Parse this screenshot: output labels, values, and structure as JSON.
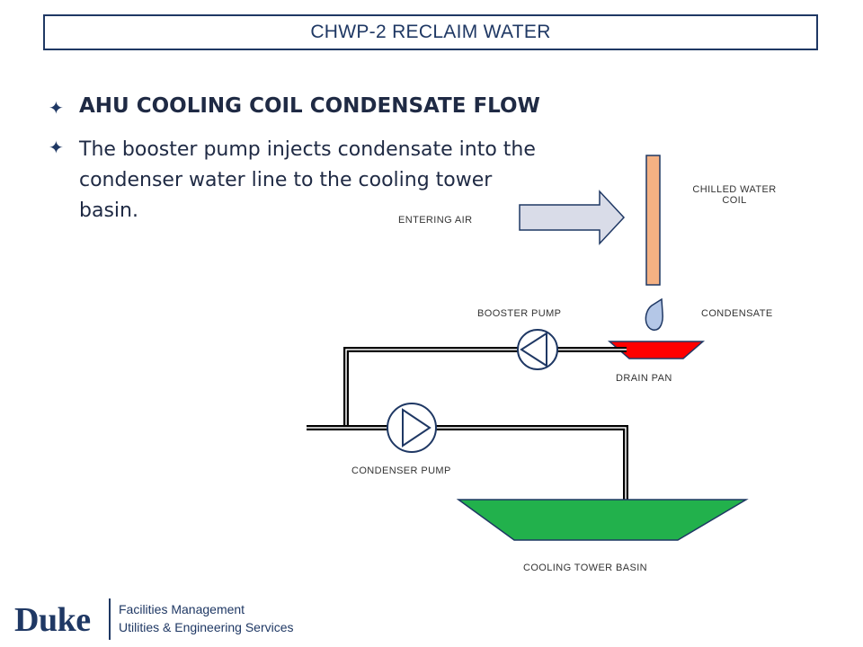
{
  "header": {
    "title": "CHWP-2 RECLAIM WATER"
  },
  "bullets": [
    {
      "text": "AHU COOLING COIL CONDENSATE FLOW"
    },
    {
      "text": "The booster pump injects condensate into the condenser water line to the cooling tower basin."
    }
  ],
  "diagram": {
    "labels": {
      "chilled_water_coil_line1": "CHILLED WATER",
      "chilled_water_coil_line2": "COIL",
      "entering_air": "ENTERING AIR",
      "booster_pump": "BOOSTER PUMP",
      "condensate": "CONDENSATE",
      "drain_pan": "DRAIN PAN",
      "condenser_pump": "CONDENSER PUMP",
      "cooling_tower_basin": "COOLING TOWER BASIN"
    },
    "colors": {
      "coil": "#f4b183",
      "arrow": "#d9dce8",
      "droplet": "#b4c7e7",
      "drain_pan": "#ff0000",
      "basin": "#22b14c",
      "pipe": "#000000",
      "outline": "#1f3864"
    }
  },
  "footer": {
    "brand": "Duke",
    "line1": "Facilities Management",
    "line2": "Utilities & Engineering Services"
  }
}
